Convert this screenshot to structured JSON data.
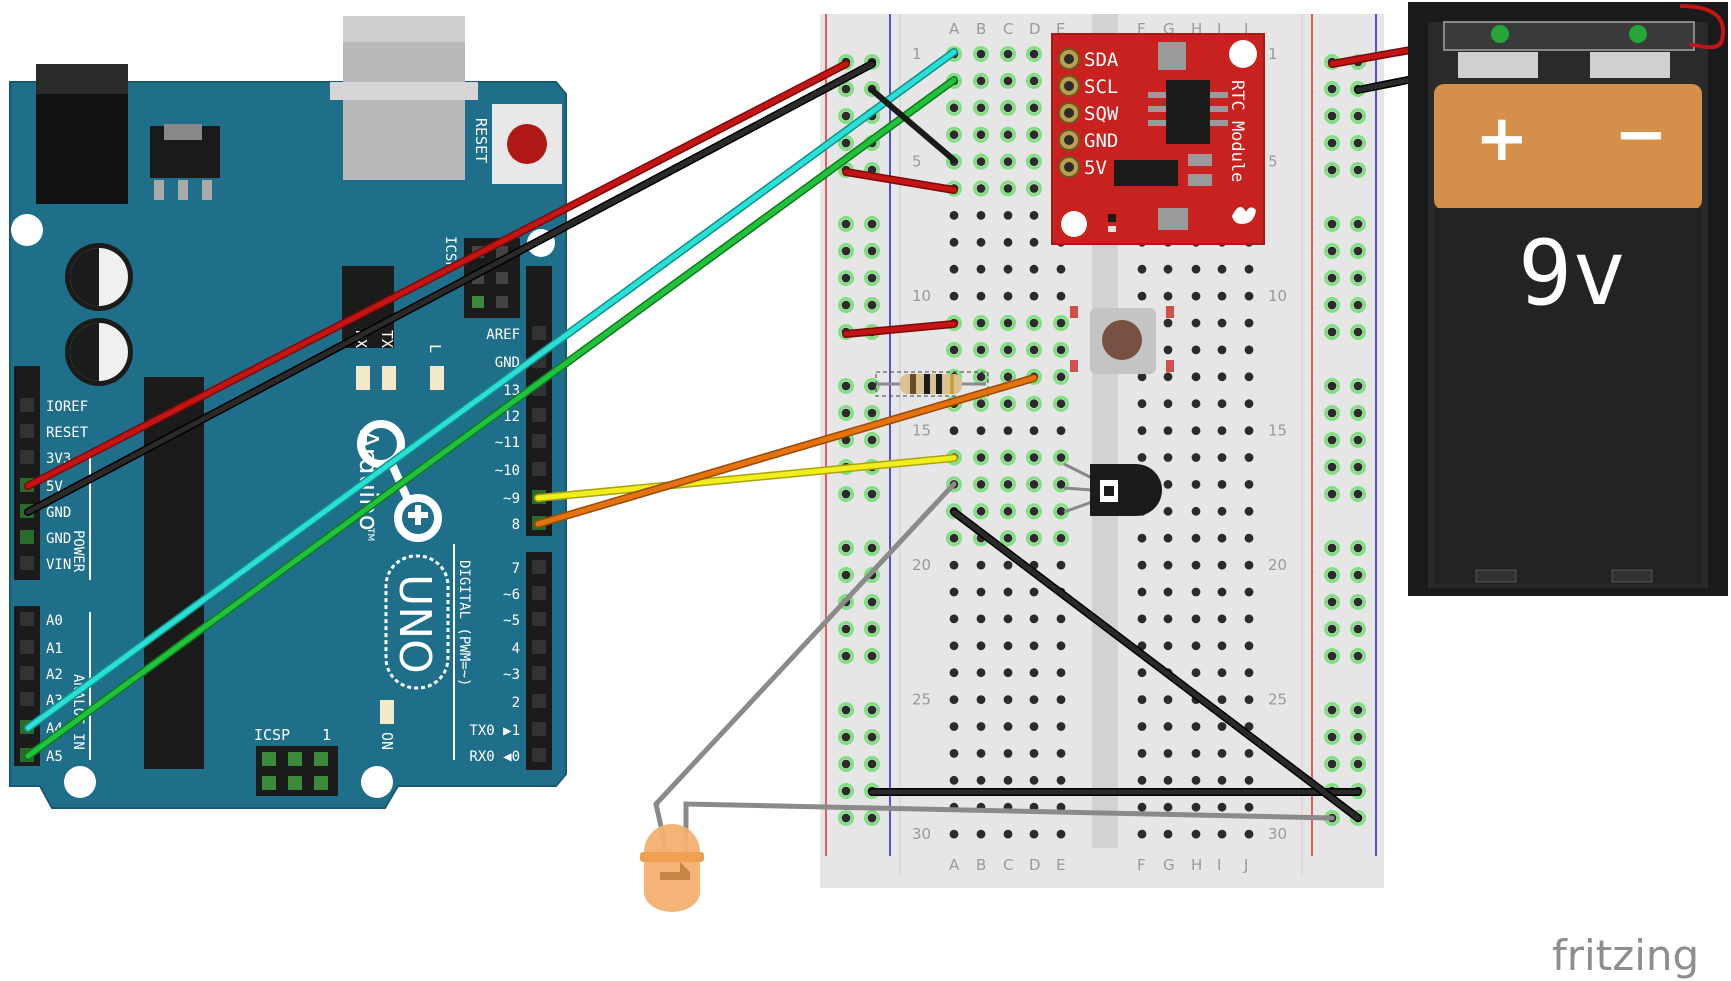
{
  "arduino": {
    "reset_label": "RESET",
    "icsp_label": "ICSP",
    "icsp2_label": "ICSP",
    "icsp2_pin1": "1",
    "tx_label": "TX",
    "rx_label": "RX",
    "l_label": "L",
    "on_label": "ON",
    "logo_text": "Arduino",
    "tm": "TM",
    "uno_text": "UNO",
    "power_label": "POWER",
    "analog_label": "ANALOG IN",
    "digital_label": "DIGITAL (PWM=~)",
    "power_pins": [
      "IOREF",
      "RESET",
      "3V3",
      "5V",
      "GND",
      "GND",
      "VIN"
    ],
    "analog_pins": [
      "A0",
      "A1",
      "A2",
      "A3",
      "A4",
      "A5"
    ],
    "digital_upper": [
      "AREF",
      "GND",
      "13",
      "12",
      "~11",
      "~10",
      "~9",
      "8"
    ],
    "digital_lower": [
      "7",
      "~6",
      "~5",
      "4",
      "~3",
      "2",
      "TX0 ▶1",
      "RX0 ◀0"
    ]
  },
  "breadboard": {
    "columns_left": [
      "A",
      "B",
      "C",
      "D",
      "E"
    ],
    "columns_right": [
      "F",
      "G",
      "H",
      "I",
      "J"
    ],
    "row_numbers": [
      "1",
      "5",
      "10",
      "15",
      "20",
      "25",
      "30"
    ]
  },
  "rtc": {
    "pins": [
      "SDA",
      "SCL",
      "SQW",
      "GND",
      "5V"
    ],
    "title": "RTC Module"
  },
  "battery": {
    "plus": "+",
    "minus": "−",
    "voltage": "9v"
  },
  "watermark": "fritzing",
  "colors": {
    "arduino_board": "#1f6f8b",
    "breadboard": "#e6e6e6",
    "rtc_board": "#c8211f",
    "wire_red": "#c41414",
    "wire_black": "#1b1b1b",
    "wire_cyan": "#29e0d6",
    "wire_green": "#1fc23a",
    "wire_yellow": "#f2ee1c",
    "wire_orange": "#e3720f",
    "wire_gray": "#8a8a8a",
    "battery_copper": "#d4904a"
  }
}
